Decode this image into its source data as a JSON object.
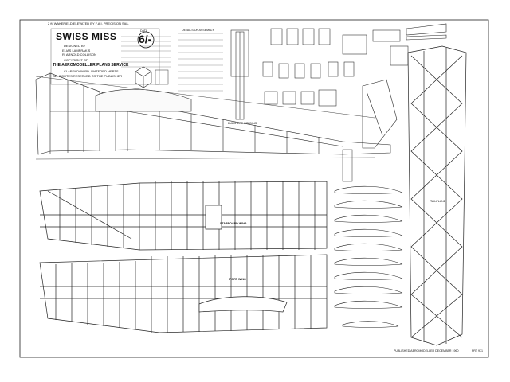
{
  "plan": {
    "header_note": "2 ft. WAKEFIELD ELEVATED BY F.A.I. PRECISION SAIL",
    "title": "SWISS MISS",
    "designed_by_label": "DESIGNED BY",
    "designer_1": "ELIAS LAMPRAKIS",
    "designer_2": "R. ARNOLD COLLISON",
    "copyright": "COPYRIGHT OF",
    "service": "THE AEROMODELLER PLANS SERVICE",
    "address": "CLARENDON RD. WATFORD HERTS",
    "rights": "ALL ROUTES RESERVED TO THE PUBLISHER",
    "price": "6/-",
    "data_label": "DATA",
    "assembly_label": "DETAILS OF ASSEMBLY",
    "bulkhead_label": "BULKHEAD FOLDING",
    "starboard_wing": "STARBOARD WING",
    "port_wing": "PORT WING",
    "tailplane": "TAILPLANE",
    "footer_left": "PUBLISHED AEROMODELLER DECEMBER 1960",
    "footer_right": "PRT 971"
  }
}
